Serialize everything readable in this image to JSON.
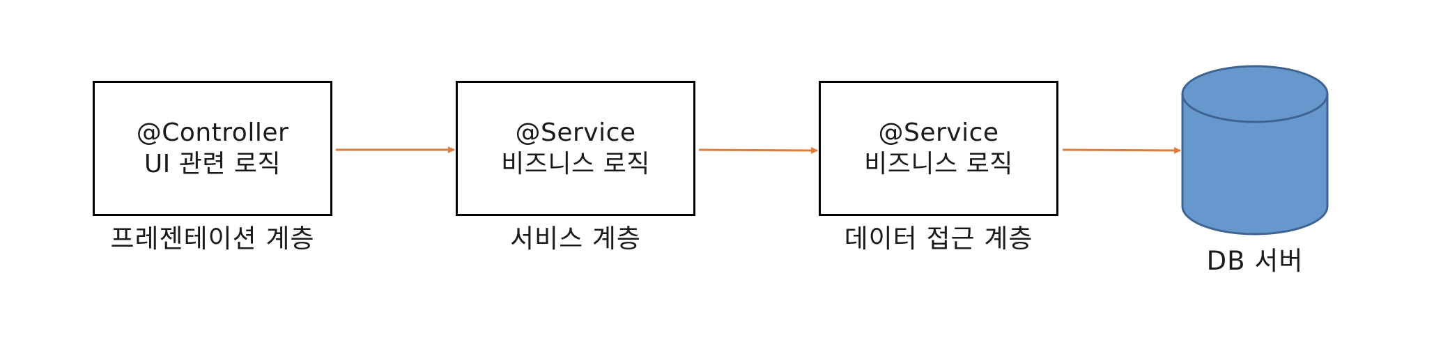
{
  "layers": [
    {
      "annotation": "@Controller",
      "description": "UI 관련 로직",
      "caption": "프레젠테이션 계층"
    },
    {
      "annotation": "@Service",
      "description": "비즈니스 로직",
      "caption": "서비스 계층"
    },
    {
      "annotation": "@Service",
      "description": "비즈니스 로직",
      "caption": "데이터 접근 계층"
    }
  ],
  "database": {
    "label": "DB 서버"
  },
  "colors": {
    "arrow": "#E07B39",
    "db_fill": "#6697CD",
    "db_stroke": "#3F6391",
    "box_border": "#000000"
  }
}
